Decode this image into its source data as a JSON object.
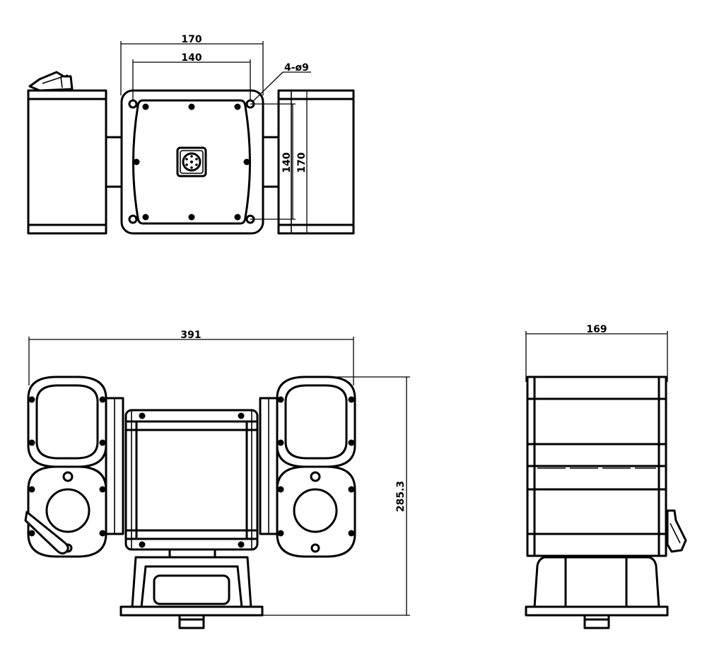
{
  "dimensions": {
    "top_width_outer": "170",
    "top_width_inner": "140",
    "hole_spec": "4-ø9",
    "top_height_inner": "140",
    "top_height_outer": "170",
    "front_width": "391",
    "front_height": "285.3",
    "side_width": "169"
  },
  "colors": {
    "line": "#000000",
    "background": "#ffffff"
  }
}
